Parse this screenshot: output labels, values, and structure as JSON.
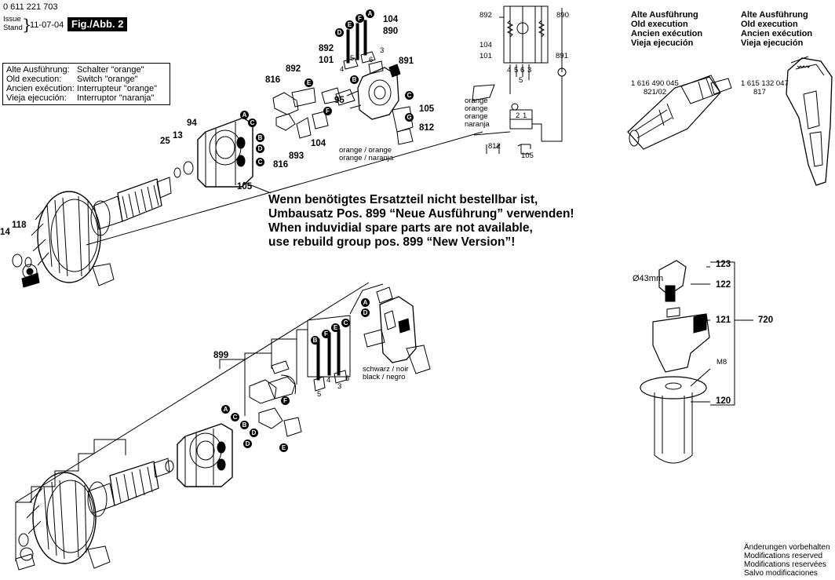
{
  "header": {
    "part_number": "0 611 221 703",
    "issue_label": "Issue",
    "stand_label": "Stand",
    "date": "11-07-04",
    "figure": "Fig./Abb. 2"
  },
  "switch_box": {
    "lines": [
      {
        "left": "Alte Ausführung:",
        "right": "Schalter \"orange\""
      },
      {
        "left": "Old execution:",
        "right": "Switch \"orange\""
      },
      {
        "left": "Ancien exécution:",
        "right": "Interrupteur \"orange\""
      },
      {
        "left": "Vieja ejecución:",
        "right": "Interruptor \"naranja\""
      }
    ]
  },
  "notice": {
    "lines": [
      "Wenn benötigtes Ersatzteil nicht bestellbar ist,",
      "Umbausatz Pos. 899 “Neue Ausführung” verwenden!",
      "When induvidial spare parts are not available,",
      "use rebuild group pos. 899 “New Version”!"
    ]
  },
  "old_exec_left": {
    "lines": [
      "Alte Ausführung",
      "Old execution",
      "Ancien exécution",
      "Vieja ejecución"
    ],
    "part_number": "1 616 490 045",
    "ref": "821/02"
  },
  "old_exec_right": {
    "lines": [
      "Alte Ausführung",
      "Old execution",
      "Ancien exécution",
      "Vieja ejecución"
    ],
    "part_number": "1 615 132 047",
    "ref": "817"
  },
  "color_labels": {
    "orange_pair": [
      "orange / orange",
      "orange / naranja"
    ],
    "orange_stack": [
      "orange",
      "orange",
      "orange",
      "naranja"
    ],
    "black_pair": [
      "schwarz / noir",
      "black / negro"
    ]
  },
  "handle": {
    "diameter": "Ø43mm",
    "bolt": "M8",
    "refs": [
      "123",
      "122",
      "121",
      "720",
      "120"
    ]
  },
  "modifications": {
    "lines": [
      "Änderungen vorbehalten",
      "Modifications reserved",
      "Modifications reservées",
      "Salvo modificaciones"
    ]
  },
  "callouts": {
    "c104a": "104",
    "c890a": "890",
    "c892a": "892",
    "c101a": "101",
    "c891a": "891",
    "c816a": "816",
    "c892b": "892",
    "c95": "95",
    "c105a": "105",
    "c812a": "812",
    "c94": "94",
    "c25": "25",
    "c13": "13",
    "c104b": "104",
    "c893": "893",
    "c816b": "816",
    "c105b": "105",
    "c14": "14",
    "c118": "118",
    "c899": "899",
    "w892": "892",
    "w890": "890",
    "w104": "104",
    "w101": "101",
    "w891": "891",
    "w812": "812",
    "w105": "105",
    "t4": "4",
    "t5": "5",
    "t6": "6",
    "t3": "3",
    "t5b": "5",
    "t2": "2",
    "t1": "1",
    "s4": "4",
    "s6": "6",
    "s3": "3",
    "s5": "5",
    "d5": "5",
    "d4": "4",
    "d3": "3",
    "d6": "6"
  },
  "badges": {
    "A": "A",
    "B": "B",
    "C": "C",
    "D": "D",
    "E": "E",
    "F": "F",
    "G": "G"
  }
}
